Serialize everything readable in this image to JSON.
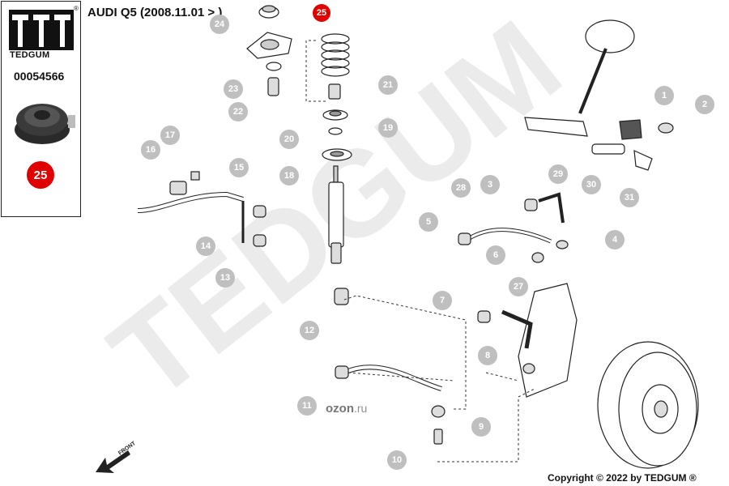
{
  "header": {
    "title": "AUDI Q5 (2008.11.01 > )"
  },
  "panel": {
    "brand": "TEDGUM",
    "part_number": "00054566",
    "highlight_number": "25",
    "registered": "®"
  },
  "diagram": {
    "highlighted_callout": "25",
    "callouts": [
      "1",
      "2",
      "3",
      "4",
      "5",
      "6",
      "7",
      "8",
      "9",
      "10",
      "11",
      "12",
      "13",
      "14",
      "15",
      "16",
      "17",
      "18",
      "19",
      "20",
      "21",
      "22",
      "23",
      "24",
      "27",
      "28",
      "29",
      "30",
      "31"
    ],
    "front_label": "FRONT",
    "watermark": "TEDGUM",
    "site_watermark": {
      "prefix": "ozon",
      "suffix": ".ru"
    }
  },
  "footer": {
    "copyright": "Copyright © 2022 by TEDGUM ®"
  },
  "colors": {
    "callout_highlight": "#e00000",
    "callout_default": "#bfbfbf",
    "watermark": "#e8e8e8"
  }
}
